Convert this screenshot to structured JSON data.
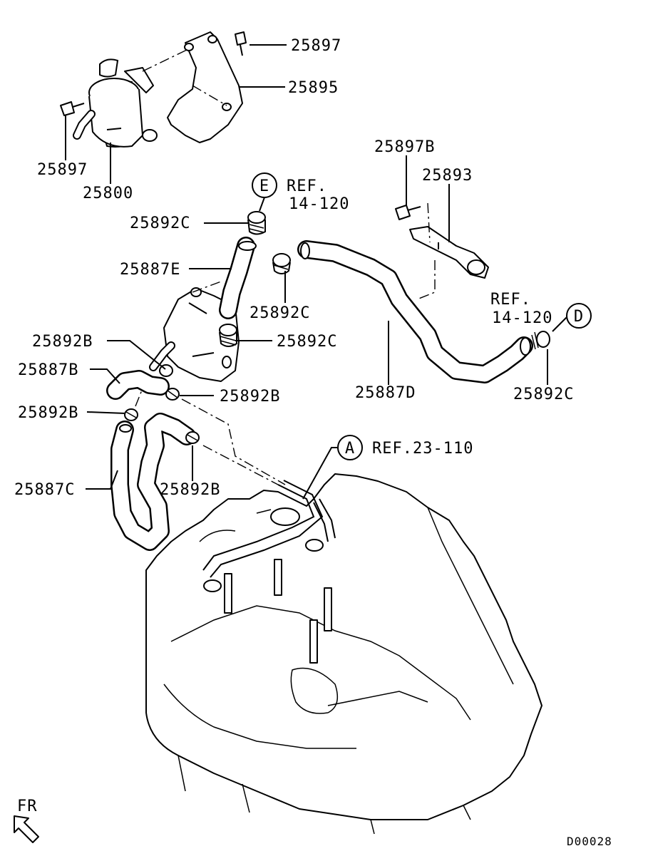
{
  "callouts": [
    {
      "id": "c1",
      "text": "25897"
    },
    {
      "id": "c2",
      "text": "25895"
    },
    {
      "id": "c3",
      "text": "25897"
    },
    {
      "id": "c4",
      "text": "25800"
    },
    {
      "id": "c5",
      "text": "25892C"
    },
    {
      "id": "c6",
      "text": "25887E"
    },
    {
      "id": "c7",
      "text": "25892C"
    },
    {
      "id": "c8",
      "text": "25892C"
    },
    {
      "id": "c9",
      "text": "25892B"
    },
    {
      "id": "c10",
      "text": "25887B"
    },
    {
      "id": "c11",
      "text": "25892B"
    },
    {
      "id": "c12",
      "text": "25892B"
    },
    {
      "id": "c13",
      "text": "25887C"
    },
    {
      "id": "c14",
      "text": "25892B"
    },
    {
      "id": "c15",
      "text": "25897B"
    },
    {
      "id": "c16",
      "text": "25893"
    },
    {
      "id": "c17",
      "text": "25887D"
    },
    {
      "id": "c18",
      "text": "25892C"
    }
  ],
  "refs": {
    "e_letter": "E",
    "e_ref_line1": "REF.",
    "e_ref_line2": "14-120",
    "d_letter": "D",
    "d_ref_line1": "REF.",
    "d_ref_line2": "14-120",
    "a_letter": "A",
    "a_ref": "REF.23-110"
  },
  "direction_label": "FR",
  "drawing_code": "D00028"
}
